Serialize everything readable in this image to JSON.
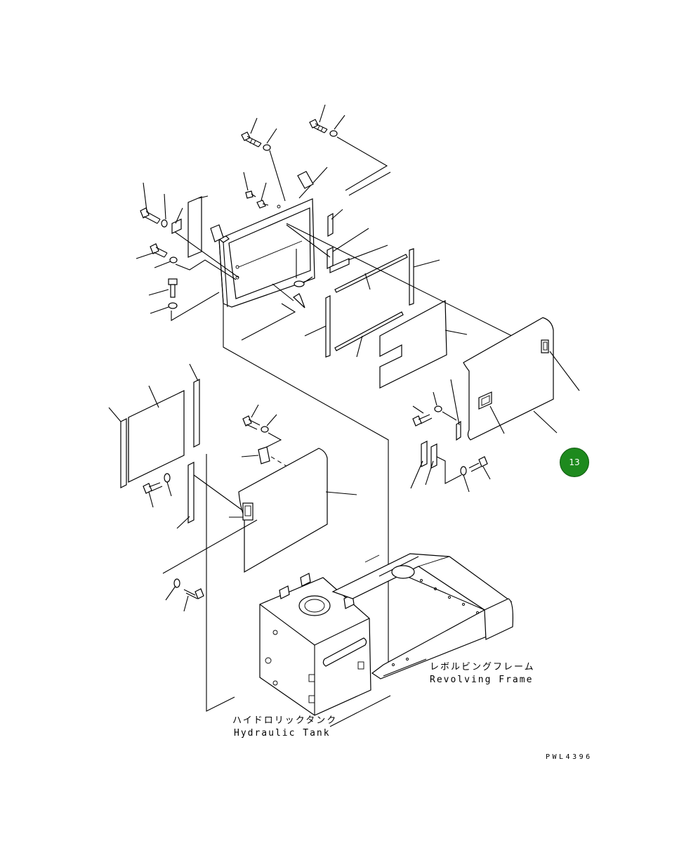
{
  "callout": {
    "number": "13",
    "color": "#1e8a1e"
  },
  "labels": {
    "revolving_frame_jp": "レボルビングフレーム",
    "revolving_frame_en": "Revolving Frame",
    "hydraulic_tank_jp": "ハイドロリックタンク",
    "hydraulic_tank_en": "Hydraulic Tank"
  },
  "drawing_code": "PWL4396"
}
